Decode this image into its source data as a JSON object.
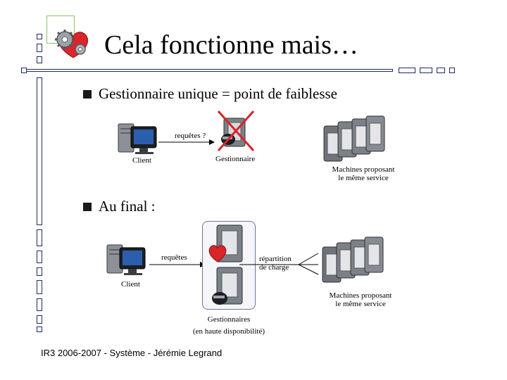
{
  "title": "Cela fonctionne mais…",
  "bullets": [
    "Gestionnaire unique = point de faiblesse",
    "Au final :"
  ],
  "diagram1": {
    "client_label": "Client",
    "requests_label": "requêtes ?",
    "manager_label": "Gestionnaire",
    "machines_line1": "Machines proposant",
    "machines_line2": "le même service"
  },
  "diagram2": {
    "client_label": "Client",
    "requests_label": "requêtes",
    "distribution_line1": "répartition",
    "distribution_line2": "de charge",
    "managers_line1": "Gestionnaires",
    "managers_line2": "(en haute disponibilité)",
    "machines_line1": "Machines proposant",
    "machines_line2": "le même service"
  },
  "footer": "IR3 2006-2007  -  Système  -  Jérémie Legrand",
  "colors": {
    "frame": "#1f2a63",
    "logo_green": "#88c36a",
    "cross_red": "#d6252b",
    "heart_red": "#d8262c",
    "box_border": "#6f73a3"
  },
  "icons": [
    "gear-heart-logo",
    "computer-icon",
    "server-icon",
    "red-cross-icon",
    "heart-icon"
  ]
}
